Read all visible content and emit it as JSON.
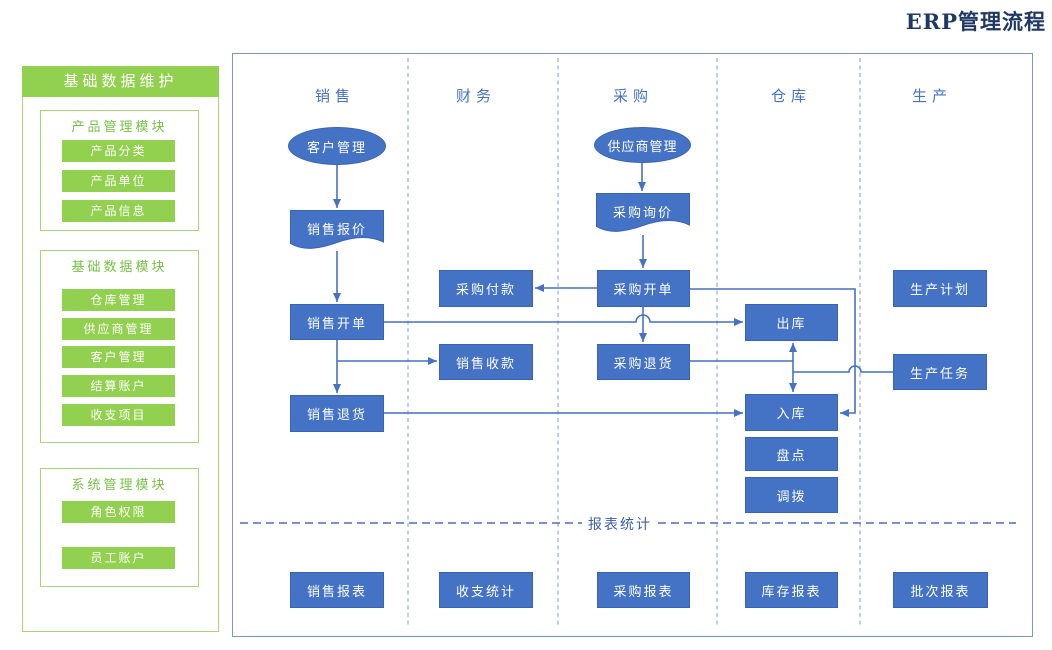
{
  "title": "ERP管理流程",
  "sidebar": {
    "header": "基础数据维护",
    "sections": [
      {
        "title": "产品管理模块",
        "items": [
          "产品分类",
          "产品单位",
          "产品信息"
        ]
      },
      {
        "title": "基础数据模块",
        "items": [
          "仓库管理",
          "供应商管理",
          "客户管理",
          "结算账户",
          "收支项目"
        ]
      },
      {
        "title": "系统管理模块",
        "items": [
          "角色权限",
          "员工账户"
        ]
      }
    ]
  },
  "diagram": {
    "lanes": [
      "销售",
      "财务",
      "采购",
      "仓库",
      "生产"
    ],
    "divider_label": "报表统计",
    "nodes": {
      "customer_mgmt": "客户管理",
      "sales_quote": "销售报价",
      "sales_order": "销售开单",
      "sales_return": "销售退货",
      "sales_report": "销售报表",
      "purchase_payment": "采购付款",
      "sales_receipt": "销售收款",
      "income_expense_stats": "收支统计",
      "supplier_mgmt": "供应商管理",
      "purchase_inquiry": "采购询价",
      "purchase_order": "采购开单",
      "purchase_return": "采购退货",
      "purchase_report": "采购报表",
      "outbound": "出库",
      "inbound": "入库",
      "stocktake": "盘点",
      "transfer": "调拨",
      "inventory_report": "库存报表",
      "production_plan": "生产计划",
      "production_task": "生产任务",
      "batch_report": "批次报表"
    }
  },
  "colors": {
    "node_blue": "#4472C4",
    "green": "#92D050",
    "title_navy": "#1F3864",
    "lane_label_blue": "#4472C4",
    "divider_blue": "#4E6FB8",
    "lane_dash_gray_blue": "#98ACD1"
  }
}
